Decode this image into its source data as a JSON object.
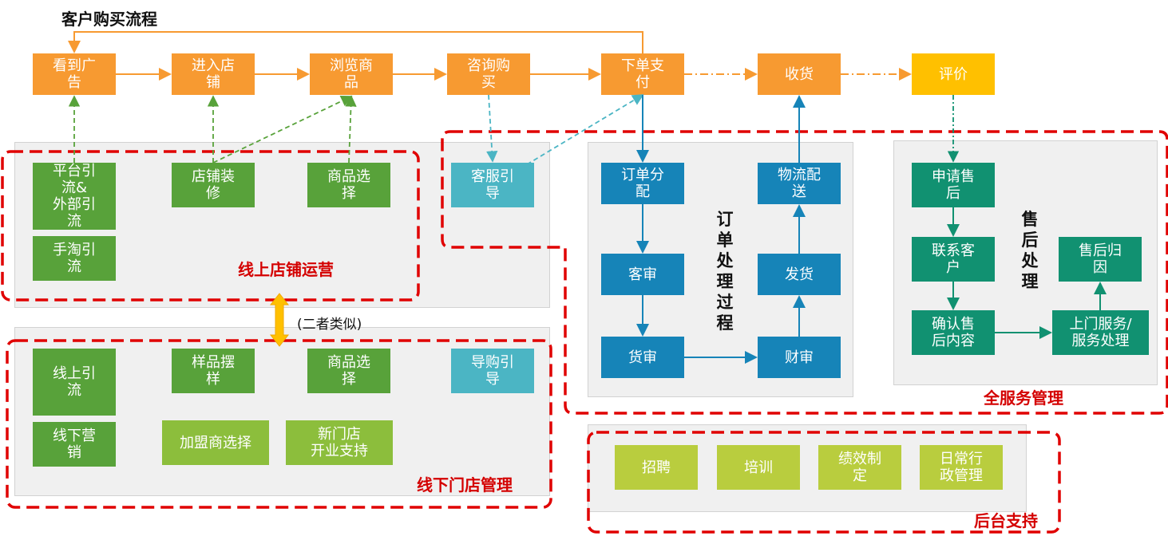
{
  "title": "客户购买流程",
  "flow": [
    "看到广\n告",
    "进入店\n铺",
    "浏览商\n品",
    "咨询购\n买",
    "下单支\n付",
    "收货",
    "评价"
  ],
  "online_group": {
    "label": "线上店铺运营",
    "items": [
      "平台引\n流&\n外部引\n流",
      "手淘引\n流",
      "店铺装\n修",
      "商品选\n择"
    ]
  },
  "service_guide": "客服引\n导",
  "similar_note": "(二者类似)",
  "offline_group": {
    "label": "线下门店管理",
    "items": [
      "线上引\n流",
      "线下营\n销",
      "样品摆\n样",
      "商品选\n择",
      "导购引\n导",
      "加盟商选择",
      "新门店\n开业支持"
    ]
  },
  "order_process": {
    "label": "订单处理过程",
    "items": [
      "订单分\n配",
      "客审",
      "货审",
      "财审",
      "发货",
      "物流配\n送"
    ]
  },
  "after_sales": {
    "label": "售后处理",
    "items": [
      "申请售\n后",
      "联系客\n户",
      "确认售\n后内容",
      "上门服务/\n服务处理",
      "售后归\n因"
    ]
  },
  "full_service_label": "全服务管理",
  "backend": {
    "label": "后台支持",
    "items": [
      "招聘",
      "培训",
      "绩效制\n定",
      "日常行\n政管理"
    ]
  },
  "colors": {
    "flow": "#f79a31",
    "review": "#ffc000",
    "online": "#58a23a",
    "offline_light": "#8cbe3c",
    "guide": "#4bb5c4",
    "order": "#1684b8",
    "after_sales": "#119171",
    "backend": "#b9cd3e",
    "boundary": "#e00000"
  }
}
